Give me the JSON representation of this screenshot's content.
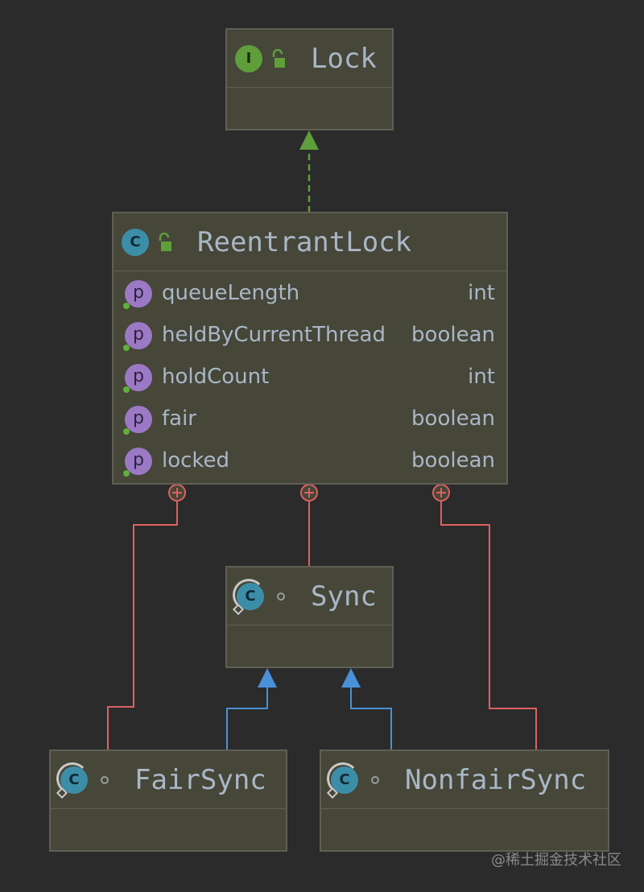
{
  "diagram": {
    "colors": {
      "background": "#2b2b2b",
      "box_fill": "#464639",
      "box_border": "#5f5f55",
      "text": "#a9b7c6",
      "implements_edge": "#5f9e3a",
      "nested_edge": "#e06060",
      "extends_edge": "#4a90d9"
    },
    "nodes": {
      "lock": {
        "name": "Lock",
        "kind": "I",
        "icon": "interface-icon",
        "visibility": "public-lock-icon"
      },
      "reentrant": {
        "name": "ReentrantLock",
        "kind": "C",
        "icon": "class-icon",
        "visibility": "public-lock-icon",
        "properties": [
          {
            "badge": "p",
            "name": "queueLength",
            "type": "int"
          },
          {
            "badge": "p",
            "name": "heldByCurrentThread",
            "type": "boolean"
          },
          {
            "badge": "p",
            "name": "holdCount",
            "type": "int"
          },
          {
            "badge": "p",
            "name": "fair",
            "type": "boolean"
          },
          {
            "badge": "p",
            "name": "locked",
            "type": "boolean"
          }
        ]
      },
      "sync": {
        "name": "Sync",
        "kind": "C",
        "icon": "abstract-class-icon",
        "visibility": "package-private-icon"
      },
      "fair": {
        "name": "FairSync",
        "kind": "C",
        "icon": "abstract-class-icon",
        "visibility": "package-private-icon"
      },
      "nonfair": {
        "name": "NonfairSync",
        "kind": "C",
        "icon": "abstract-class-icon",
        "visibility": "package-private-icon"
      }
    },
    "edges": [
      {
        "from": "ReentrantLock",
        "to": "Lock",
        "type": "implements"
      },
      {
        "from": "Sync",
        "to": "ReentrantLock",
        "type": "nested"
      },
      {
        "from": "FairSync",
        "to": "ReentrantLock",
        "type": "nested"
      },
      {
        "from": "NonfairSync",
        "to": "ReentrantLock",
        "type": "nested"
      },
      {
        "from": "FairSync",
        "to": "Sync",
        "type": "extends"
      },
      {
        "from": "NonfairSync",
        "to": "Sync",
        "type": "extends"
      }
    ]
  },
  "watermark": "@稀土掘金技术社区"
}
